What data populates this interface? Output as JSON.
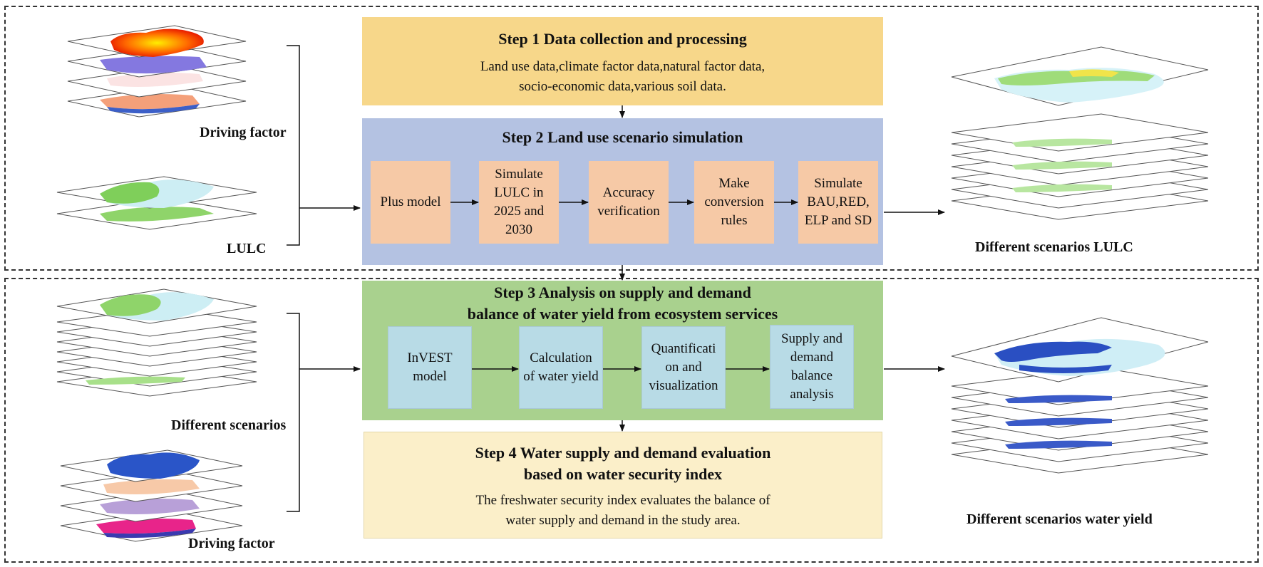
{
  "step1": {
    "title": "Step 1 Data collection and processing",
    "line1": "Land use data,climate factor data,natural factor data,",
    "line2": "socio-economic data,various soil data.",
    "color": "#f7d78a"
  },
  "step2": {
    "title": "Step 2 Land use scenario simulation",
    "color": "#b4c2e2",
    "boxes": [
      "Plus model",
      "Simulate LULC in 2025 and 2030",
      "Accuracy verification",
      "Make conversion rules",
      "Simulate BAU,RED, ELP and SD"
    ]
  },
  "step3": {
    "title_line1": "Step 3 Analysis on supply and demand",
    "title_line2": "balance of water yield from ecosystem services",
    "color": "#a9d18e",
    "boxes": [
      "InVEST model",
      "Calculation of water yield",
      "Quantificati on and visualization",
      "Supply and demand balance analysis"
    ]
  },
  "step4": {
    "title_line1": "Step 4 Water supply and demand evaluation",
    "title_line2": "based on water security index",
    "line1": "The freshwater security index evaluates the balance of",
    "line2": "water supply and demand in the study area.",
    "color": "#fbefc9"
  },
  "labels": {
    "driving_factor_top": "Driving factor",
    "lulc": "LULC",
    "different_scenarios_lulc": "Different  scenarios LULC",
    "different_scenarios": "Different  scenarios",
    "driving_factor_bottom": "Driving factor",
    "different_scenarios_water_yield": "Different  scenarios  water yield"
  }
}
